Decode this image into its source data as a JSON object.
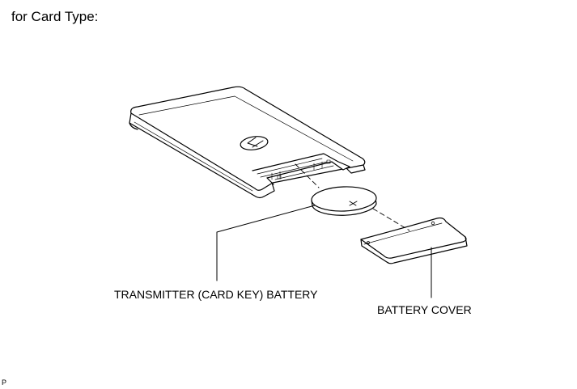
{
  "heading": "for Card Type:",
  "labels": {
    "battery": "TRANSMITTER (CARD KEY) BATTERY",
    "cover": "BATTERY COVER"
  },
  "code": "P",
  "colors": {
    "line": "#000000",
    "fill": "#ffffff",
    "background": "#ffffff"
  }
}
